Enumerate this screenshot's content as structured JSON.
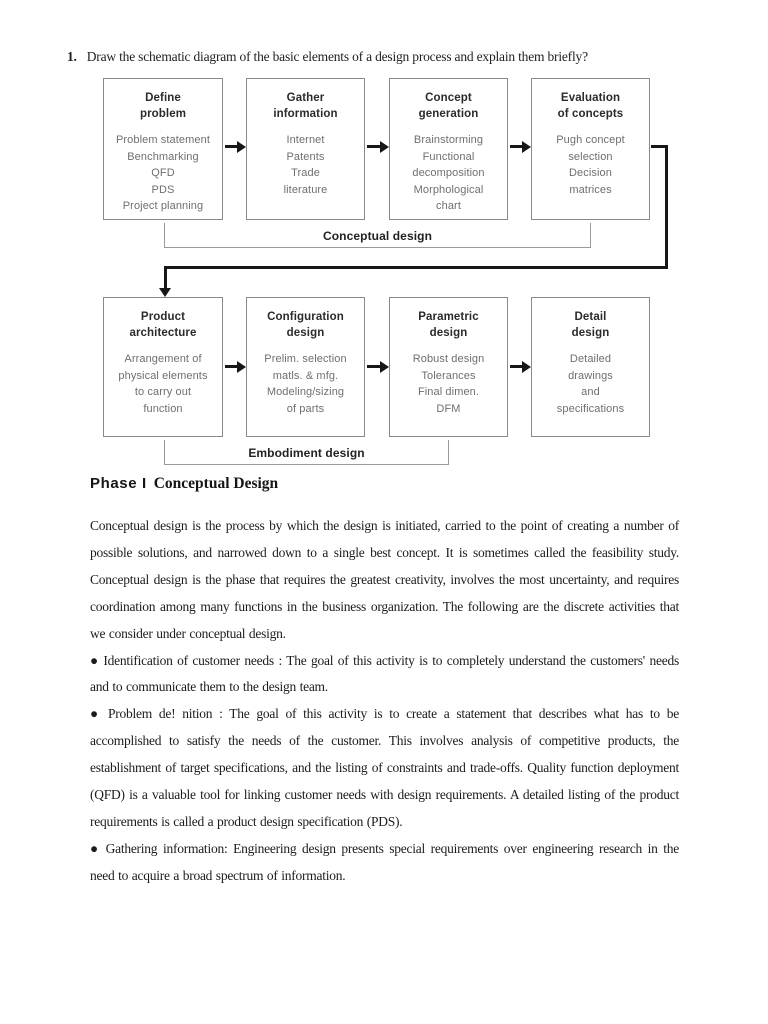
{
  "question": {
    "number": "1.",
    "text": "Draw the schematic diagram of the basic elements of a design process and explain them briefly?"
  },
  "diagram": {
    "rows": [
      {
        "bracket_label": "Conceptual design",
        "boxes": [
          {
            "title": "Define\nproblem",
            "items": [
              "Problem statement",
              "Benchmarking",
              "QFD",
              "PDS",
              "Project planning"
            ]
          },
          {
            "title": "Gather\ninformation",
            "items": [
              "Internet",
              "Patents",
              "Trade",
              "literature"
            ]
          },
          {
            "title": "Concept\ngeneration",
            "items": [
              "Brainstorming",
              "Functional",
              "decomposition",
              "Morphological",
              "chart"
            ]
          },
          {
            "title": "Evaluation\nof concepts",
            "items": [
              "Pugh concept",
              "selection",
              "Decision",
              "matrices"
            ]
          }
        ]
      },
      {
        "bracket_label": "Embodiment design",
        "boxes": [
          {
            "title": "Product\narchitecture",
            "items": [
              "Arrangement of",
              "physical elements",
              "to carry out",
              "function"
            ]
          },
          {
            "title": "Configuration\ndesign",
            "items": [
              "Prelim. selection",
              "matls. & mfg.",
              "Modeling/sizing",
              "of parts"
            ]
          },
          {
            "title": "Parametric\ndesign",
            "items": [
              "Robust design",
              "Tolerances",
              "Final dimen.",
              "DFM"
            ]
          },
          {
            "title": "Detail\ndesign",
            "items": [
              "Detailed",
              "drawings",
              "and",
              "specifications"
            ]
          }
        ]
      }
    ],
    "colors": {
      "box_border": "#8a8a8a",
      "box_title_text": "#2b2b2b",
      "box_item_text": "#6f6f6f",
      "arrow_line": "#171717",
      "bracket_line": "#9a9a9a",
      "bracket_label_text": "#222222"
    }
  },
  "heading": {
    "phase": "Phase I",
    "title": "Conceptual Design"
  },
  "body": {
    "paragraphs": [
      {
        "text": "Conceptual design is the process by which the design is initiated, carried to the point of creating a number of possible solutions, and narrowed down to a single best concept. It is sometimes called the feasibility study. Conceptual design is the phase that requires the greatest creativity, involves the most uncertainty, and requires coordination among many functions in the business organization. The following are the discrete activities that we consider under conceptual design."
      },
      {
        "text": "● Identification of customer needs : The goal of this activity is to completely understand the customers' needs and to communicate them to the design team."
      },
      {
        "text": "● Problem de! nition : The goal of this activity is to create a statement that describes what has to be accomplished to satisfy the needs of the customer. This involves analysis of competitive products, the establishment of target specifications, and the listing of constraints and trade-offs. Quality function deployment (QFD) is a valuable tool for linking customer needs with design requirements. A detailed listing of the product requirements is called a product design specification (PDS)."
      },
      {
        "text": "● Gathering information: Engineering design presents special requirements over engineering research in the need to acquire a broad spectrum of information."
      }
    ]
  }
}
